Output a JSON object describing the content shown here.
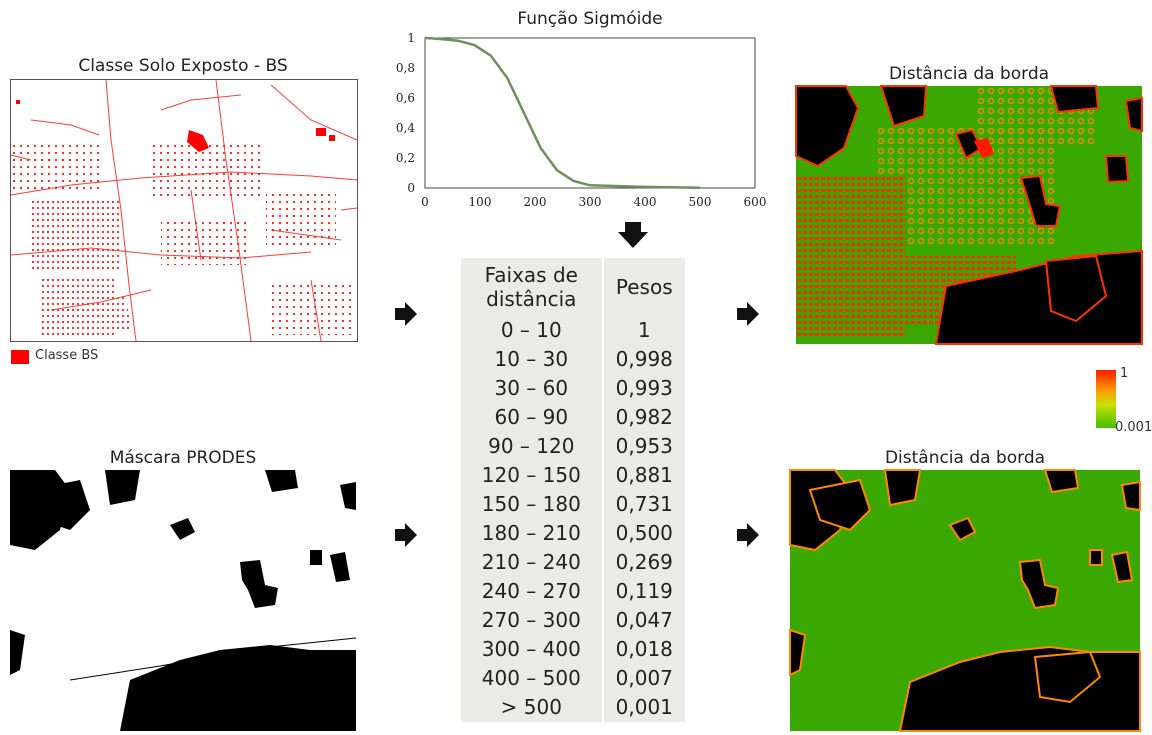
{
  "titles": {
    "bs_class": "Classe Solo Exposto - BS",
    "sigmoid": "Função Sigmóide",
    "edge_top": "Distância da borda",
    "prodes": "Máscara PRODES",
    "edge_bottom": "Distância da borda"
  },
  "legend": {
    "bs_label": "Classe BS"
  },
  "colorbar": {
    "max_label": "1",
    "min_label": "0.001"
  },
  "chart_data": {
    "type": "line",
    "title": "Função Sigmóide",
    "xlim": [
      0,
      600
    ],
    "ylim": [
      0,
      1
    ],
    "xticks": [
      "0",
      "100",
      "200",
      "300",
      "400",
      "500",
      "600"
    ],
    "yticks": [
      "0",
      "0,2",
      "0,4",
      "0,6",
      "0,8",
      "1"
    ],
    "series": [
      {
        "x": [
          0,
          10,
          30,
          60,
          90,
          120,
          150,
          180,
          210,
          240,
          270,
          300,
          400,
          500
        ],
        "y": [
          1,
          0.998,
          0.993,
          0.982,
          0.953,
          0.881,
          0.731,
          0.5,
          0.269,
          0.119,
          0.047,
          0.018,
          0.007,
          0.001
        ],
        "color": "#6e8f5e"
      }
    ]
  },
  "table": {
    "header_col1": "Faixas de distância",
    "header_col1_line1": "Faixas de",
    "header_col1_line2": "distância",
    "header_col2": "Pesos",
    "rows": [
      {
        "range": "0 – 10",
        "weight": "1"
      },
      {
        "range": "10 – 30",
        "weight": "0,998"
      },
      {
        "range": "30 – 60",
        "weight": "0,993"
      },
      {
        "range": "60 – 90",
        "weight": "0,982"
      },
      {
        "range": "90 – 120",
        "weight": "0,953"
      },
      {
        "range": "120 – 150",
        "weight": "0,881"
      },
      {
        "range": "150 – 180",
        "weight": "0,731"
      },
      {
        "range": "180 – 210",
        "weight": "0,500"
      },
      {
        "range": "210 – 240",
        "weight": "0,269"
      },
      {
        "range": "240 – 270",
        "weight": "0,119"
      },
      {
        "range": "270 – 300",
        "weight": "0,047"
      },
      {
        "range": "300 – 400",
        "weight": "0,018"
      },
      {
        "range": "400 – 500",
        "weight": "0,007"
      },
      {
        "range": "> 500",
        "weight": "0,001"
      }
    ]
  },
  "colors": {
    "bs_red": "#ff0000",
    "prodes_black": "#000000",
    "edge_green": "#3aa800",
    "edge_orange": "#ff8c00",
    "table_bg": "#eaeae6",
    "curve": "#6e8f5e"
  },
  "icons": {
    "arrow_right": "arrow-right-icon",
    "arrow_down": "arrow-down-icon"
  }
}
